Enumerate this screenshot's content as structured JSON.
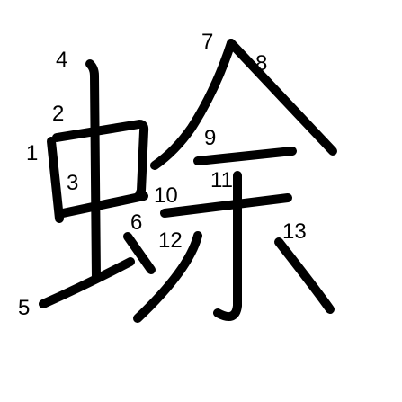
{
  "character": "蜍",
  "stroke_color": "#000000",
  "background": "#ffffff",
  "stroke_numbers": [
    "1",
    "2",
    "3",
    "4",
    "5",
    "6",
    "7",
    "8",
    "9",
    "10",
    "11",
    "12",
    "13"
  ]
}
